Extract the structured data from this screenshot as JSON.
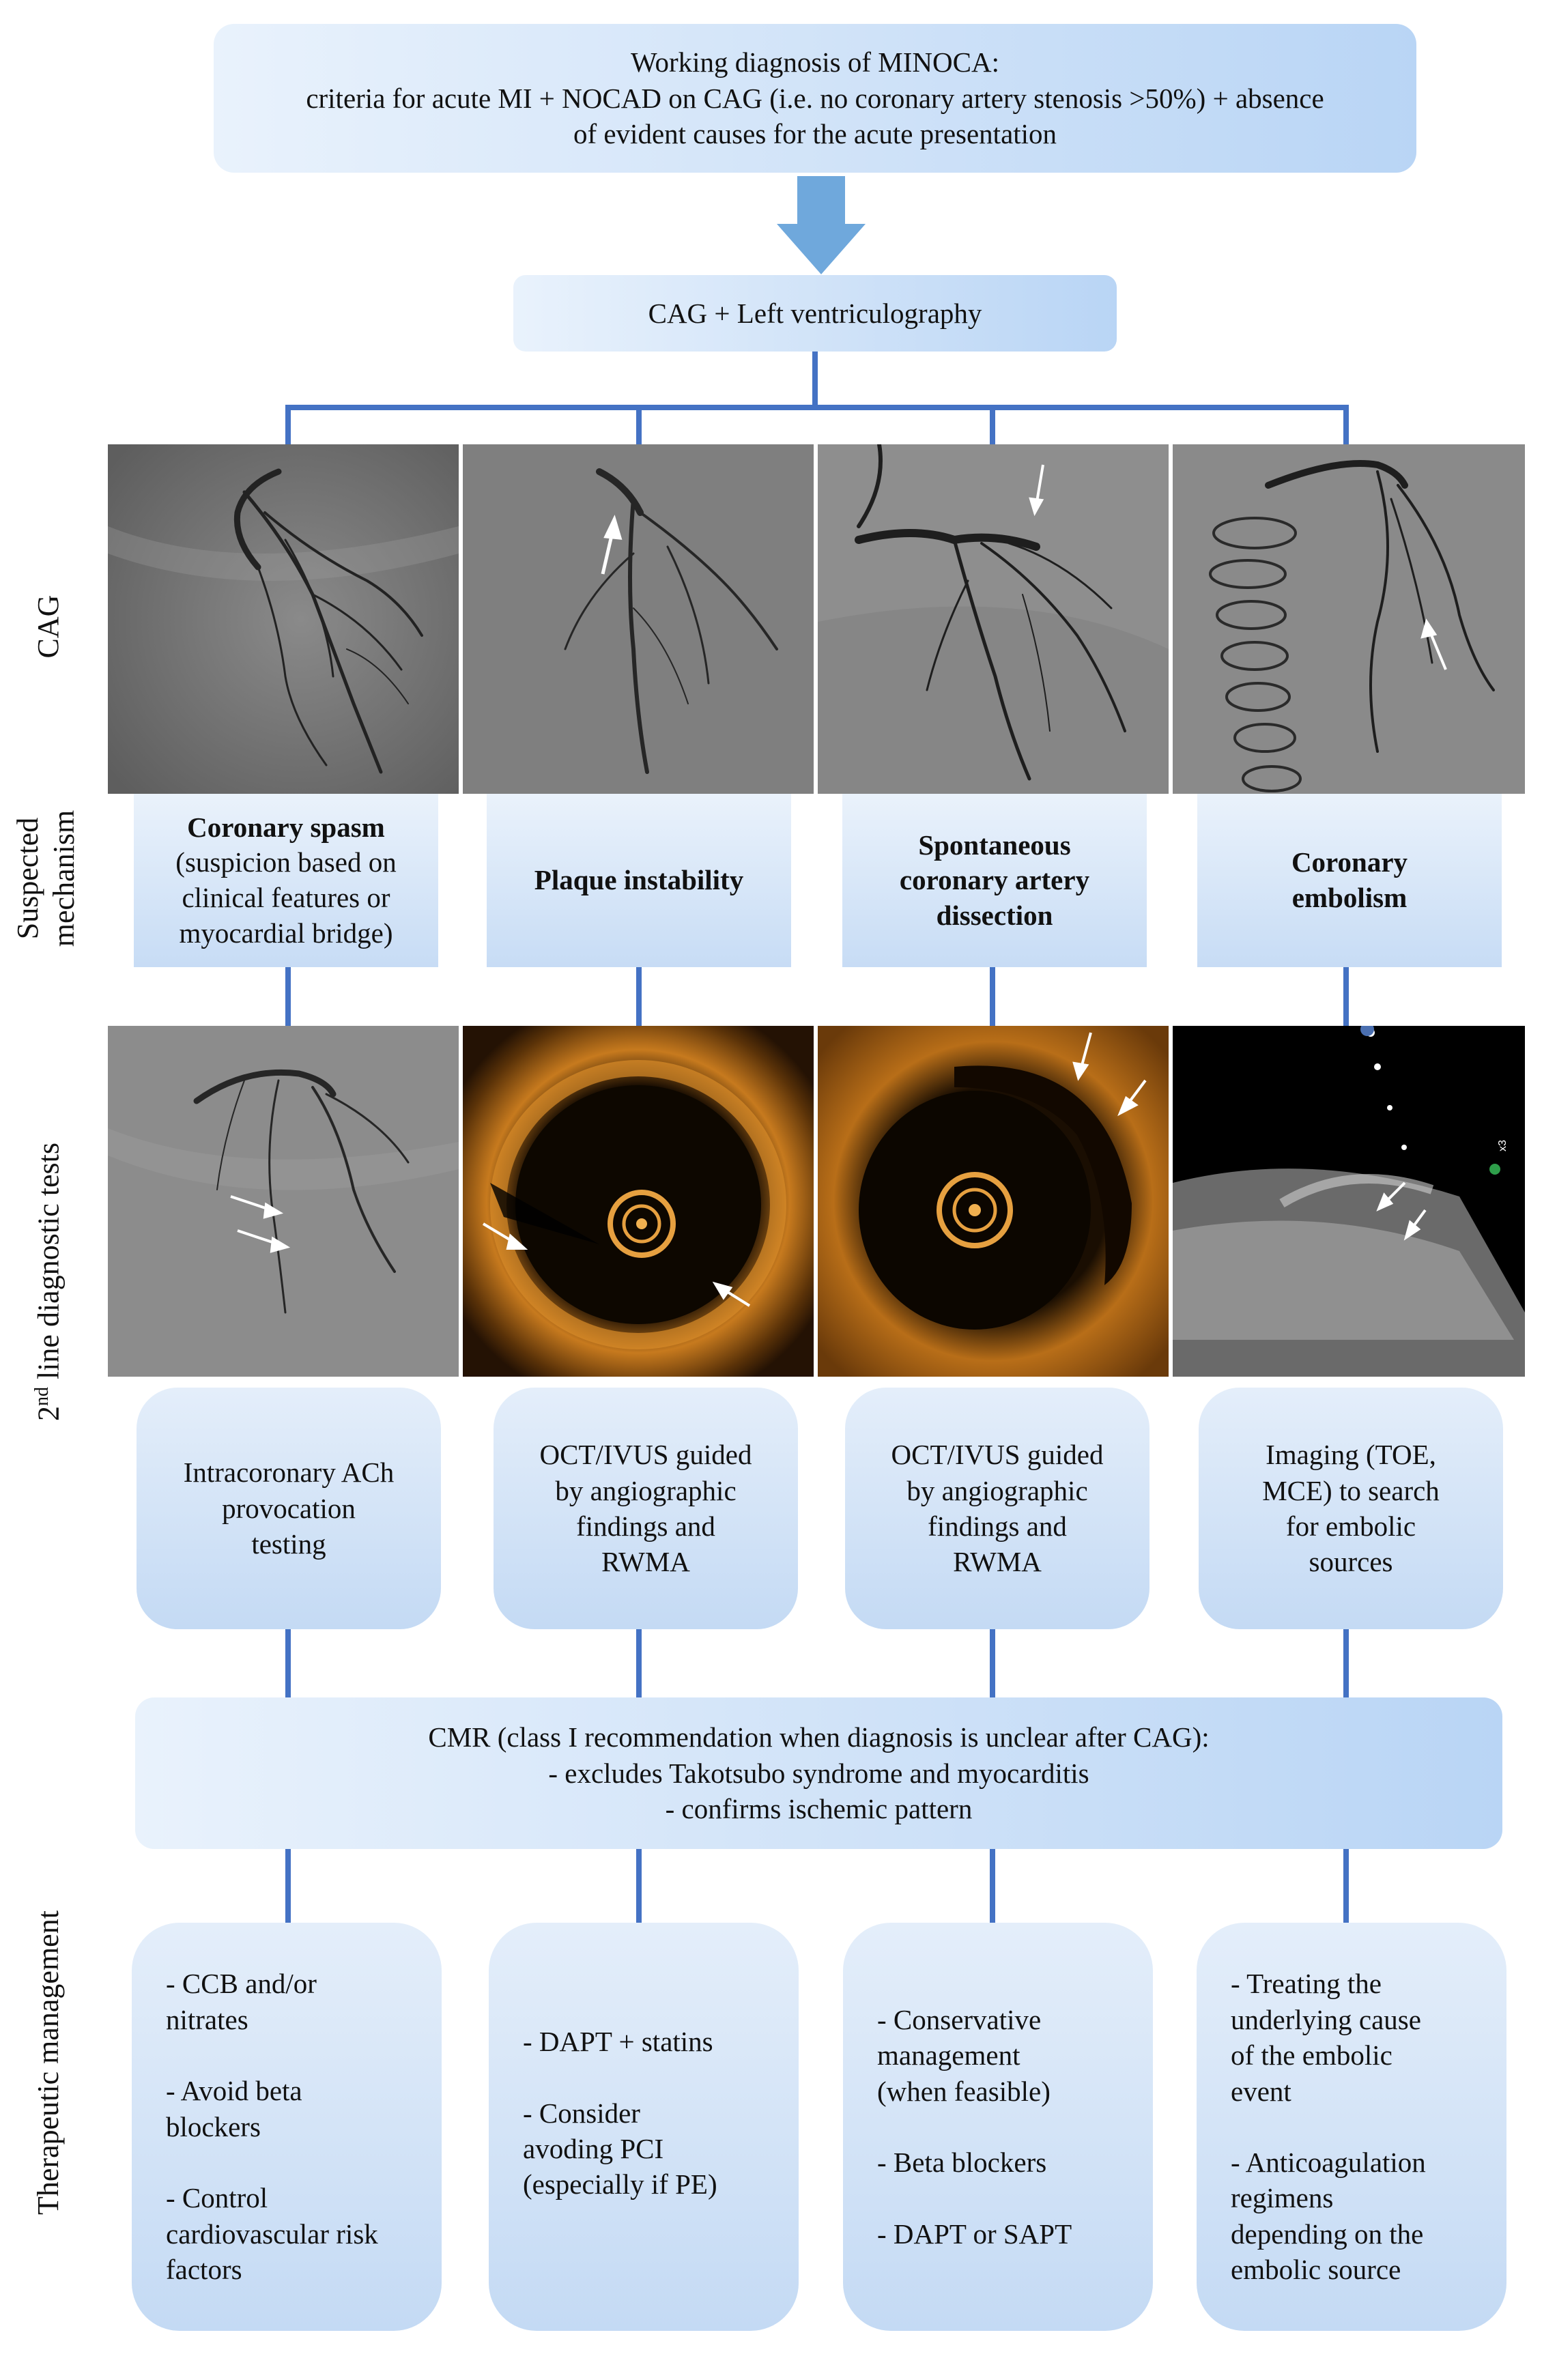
{
  "top_box": "Working diagnosis of MINOCA:\ncriteria for acute MI + NOCAD on CAG (i.e. no coronary artery stenosis >50%) + absence\nof evident causes for the acute presentation",
  "cag_box": "CAG + Left ventriculography",
  "row_labels": {
    "cag": "CAG",
    "mechanism": "Suspected\nmechanism",
    "second_line": "2nd line diagnostic tests",
    "second_line_base": "2",
    "second_line_sup": "nd",
    "second_line_rest": " line diagnostic tests",
    "therapy": "Therapeutic management"
  },
  "mechanisms": [
    {
      "bold": "Coronary spasm",
      "rest": "(suspicion based on\nclinical features or\nmyocardial bridge)"
    },
    {
      "bold": "Plaque instability",
      "rest": ""
    },
    {
      "bold": "Spontaneous\ncoronary artery\ndissection",
      "rest": ""
    },
    {
      "bold": "Coronary\nembolism",
      "rest": ""
    }
  ],
  "tests": [
    "Intracoronary ACh\nprovocation\ntesting",
    "OCT/IVUS guided\nby angiographic\nfindings and\nRWMA",
    "OCT/IVUS guided\nby angiographic\nfindings and\nRWMA",
    "Imaging (TOE,\nMCE) to search\nfor embolic\nsources"
  ],
  "cmr_box": "CMR (class I recommendation when diagnosis is unclear after CAG):\n- excludes Takotsubo syndrome and myocarditis\n- confirms ischemic pattern",
  "therapies": [
    [
      "- CCB and/or\nnitrates",
      "- Avoid beta\nblockers",
      "- Control\ncardiovascular risk\nfactors"
    ],
    [
      "- DAPT + statins",
      "- Consider\navoding PCI\n(especially if PE)"
    ],
    [
      "- Conservative\nmanagement\n(when feasible)",
      "- Beta blockers",
      "- DAPT or SAPT"
    ],
    [
      "- Treating the\nunderlying cause\nof the embolic\nevent",
      "- Anticoagulation\nregimens\ndepending on the\nembolic source"
    ]
  ],
  "image_labels": {
    "echo_scale": "x3"
  },
  "colors": {
    "connector": "#4472c4",
    "arrow": "#6fa8dc",
    "box_light": "#e9f2fc",
    "box_dark": "#b9d5f5"
  }
}
